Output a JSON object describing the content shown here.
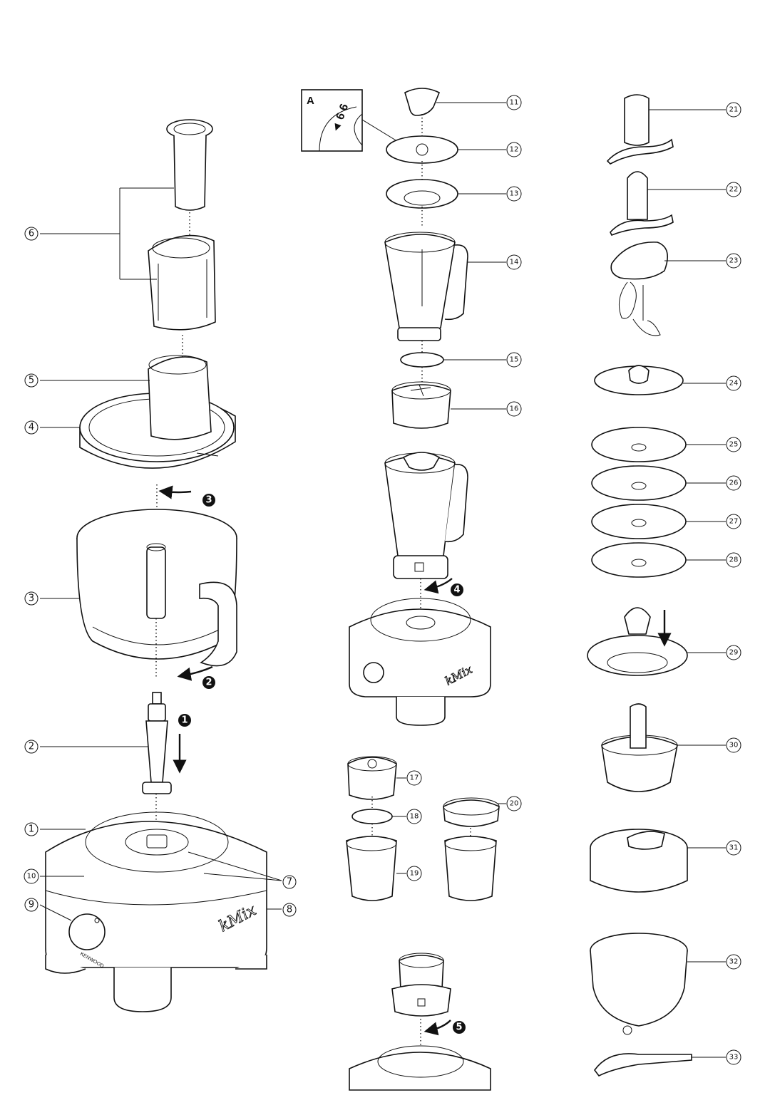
{
  "callouts": [
    "1",
    "2",
    "3",
    "4",
    "5",
    "6",
    "7",
    "8",
    "9",
    "10",
    "11",
    "12",
    "13",
    "14",
    "15",
    "16",
    "17",
    "18",
    "19",
    "20",
    "21",
    "22",
    "23",
    "24",
    "25",
    "26",
    "27",
    "28",
    "29",
    "30",
    "31",
    "32",
    "33"
  ],
  "steps": [
    "1",
    "2",
    "3",
    "4",
    "5"
  ],
  "inset": {
    "label": "A",
    "marks": "◄ 6 6"
  },
  "brand": {
    "logo": "kMix",
    "maker": "KENWOOD"
  }
}
